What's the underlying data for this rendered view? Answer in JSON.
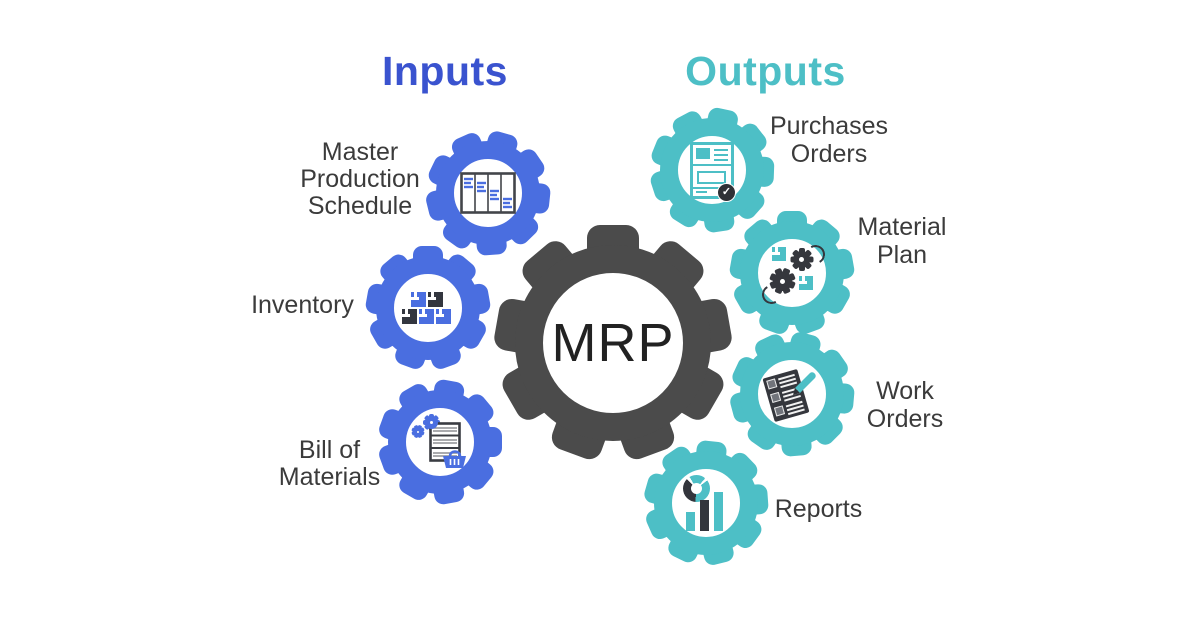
{
  "header": {
    "inputs_label": "Inputs",
    "outputs_label": "Outputs"
  },
  "center_gear": {
    "label": "MRP"
  },
  "inputs": [
    {
      "label_lines": [
        "Master",
        "Production",
        "Schedule"
      ],
      "icon": "production-schedule-table-icon"
    },
    {
      "label_lines": [
        "Inventory"
      ],
      "icon": "inventory-boxes-icon"
    },
    {
      "label_lines": [
        "Bill of",
        "Materials"
      ],
      "icon": "bill-of-materials-icon"
    }
  ],
  "outputs": [
    {
      "label_lines": [
        "Purchases",
        "Orders"
      ],
      "icon": "purchase-order-icon"
    },
    {
      "label_lines": [
        "Material",
        "Plan"
      ],
      "icon": "material-plan-icon"
    },
    {
      "label_lines": [
        "Work",
        "Orders"
      ],
      "icon": "work-orders-icon"
    },
    {
      "label_lines": [
        "Reports"
      ],
      "icon": "reports-chart-icon"
    }
  ],
  "check_glyph": "✓",
  "colors": {
    "inputs_accent": "#3a53cf",
    "outputs_accent": "#4dbfc6",
    "input_gear": "#4a6ee0",
    "output_gear": "#4dbfc6",
    "center_gear": "#4b4b4b",
    "label_text": "#3b3b3b"
  }
}
